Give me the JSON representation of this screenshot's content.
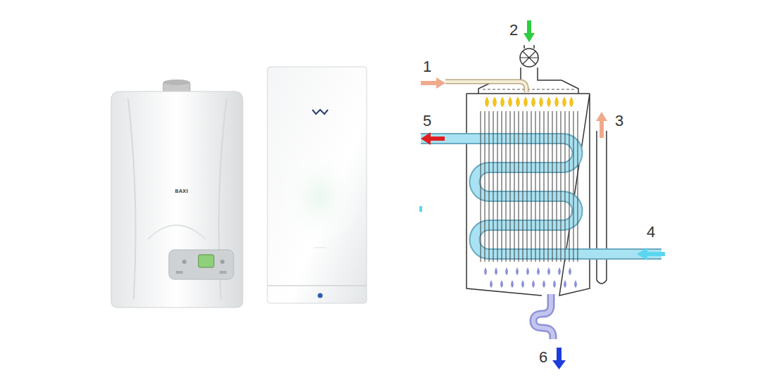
{
  "diagram": {
    "labels": [
      "1",
      "2",
      "3",
      "4",
      "5",
      "6",
      "BAXI"
    ]
  }
}
